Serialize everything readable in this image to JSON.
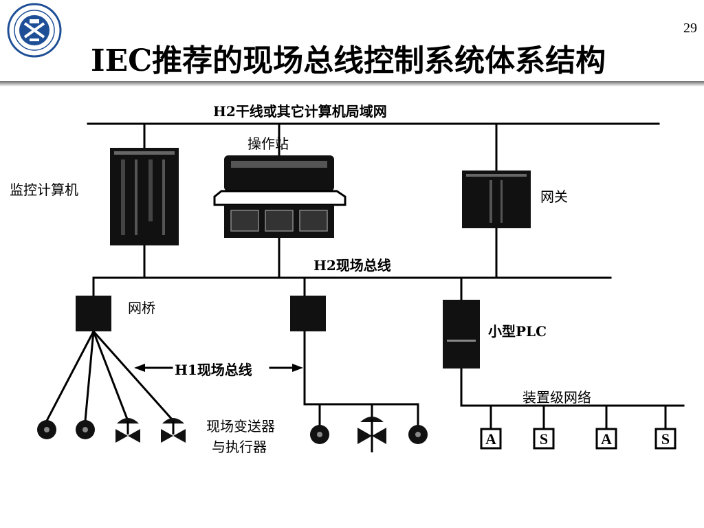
{
  "page": {
    "number": "29",
    "title": "IEC推荐的现场总线控制系统体系结构"
  },
  "labels": {
    "h2_backbone": "H2干线或其它计算机局域网",
    "operator_station": "操作站",
    "monitor_computer": "监控计算机",
    "gateway": "网关",
    "h2_fieldbus": "H2现场总线",
    "bridge": "网桥",
    "small_plc": "小型PLC",
    "h1_fieldbus": "H1现场总线",
    "device_network": "装置级网络",
    "transmitter_line1": "现场变送器",
    "transmitter_line2": "与执行器"
  },
  "devices": {
    "a_letter": "A",
    "s_letter": "S"
  },
  "colors": {
    "line": "#000000",
    "device": "#111111",
    "rule": "#8a8a8a",
    "logo": "#1e4f96"
  },
  "icons": {
    "logo": "university-seal-icon",
    "sensor": "circle-sensor-icon",
    "valve": "valve-actuator-icon"
  }
}
